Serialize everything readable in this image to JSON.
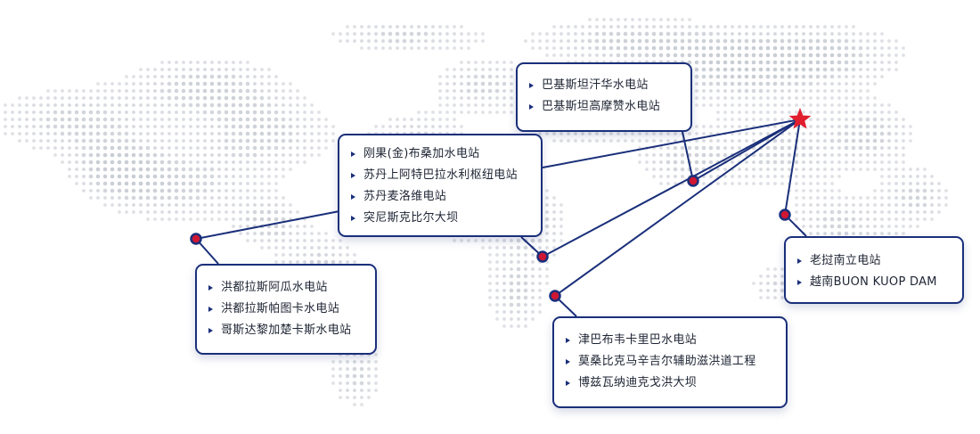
{
  "map": {
    "line_color": "#1a2f7a",
    "dot_color": "#cf1733",
    "star_color": "#e01e2e",
    "dot_pattern_color": "#c9cdd4",
    "origin_icon": "star-icon"
  },
  "projects": [
    {
      "id": "honduras",
      "items": [
        "洪都拉斯阿瓜水电站",
        "洪都拉斯帕图卡水电站",
        "哥斯达黎加楚卡斯水电站"
      ]
    },
    {
      "id": "pakistan",
      "items": [
        "巴基斯坦汗华水电站",
        "巴基斯坦高摩赞水电站"
      ]
    },
    {
      "id": "africa",
      "items": [
        "刚果(金)布桑加水电站",
        "苏丹上阿特巴拉水利枢纽电站",
        "苏丹麦洛维电站",
        "突尼斯克比尔大坝"
      ]
    },
    {
      "id": "zimbabwe",
      "items": [
        "津巴布韦卡里巴水电站",
        "莫桑比克马辛吉尔辅助滋洪道工程",
        "博兹瓦纳迪克戈洪大坝"
      ]
    },
    {
      "id": "laos",
      "items": [
        "老挝南立电站",
        "越南BUON KUOP DAM"
      ]
    }
  ]
}
